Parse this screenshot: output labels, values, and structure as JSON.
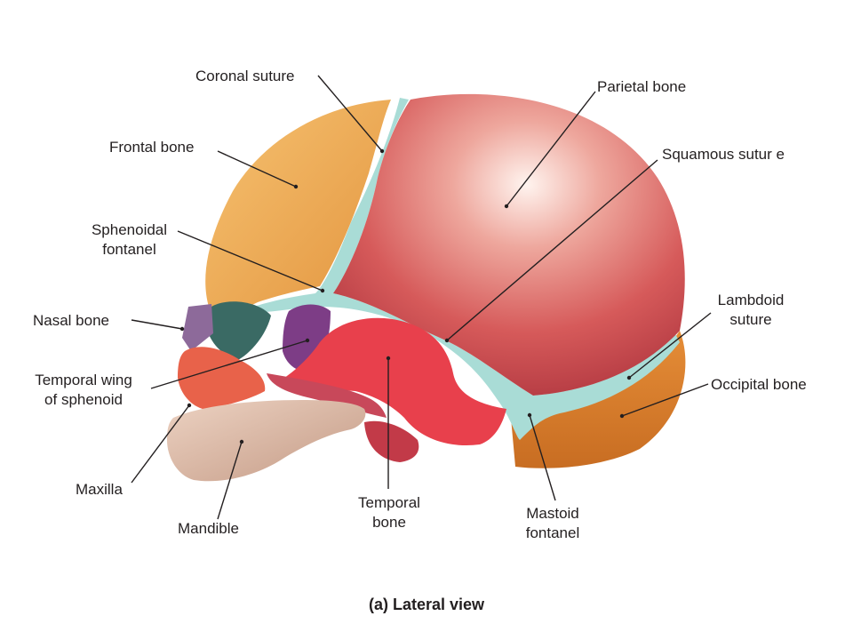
{
  "caption": "(a) Lateral view",
  "labels": {
    "coronal_suture": "Coronal suture",
    "parietal_bone": "Parietal bone",
    "frontal_bone": "Frontal bone",
    "squamous_suture": "Squamous sutur e",
    "sphenoidal_fontanel": "Sphenoidal\nfontanel",
    "nasal_bone": "Nasal bone",
    "lambdoid_suture": "Lambdoid\nsuture",
    "temporal_wing": "Temporal wing\nof sphenoid",
    "occipital_bone": "Occipital bone",
    "maxilla": "Maxilla",
    "mandible": "Mandible",
    "temporal_bone": "Temporal\nbone",
    "mastoid_fontanel": "Mastoid\nfontanel"
  },
  "colors": {
    "parietal": "#d9575a",
    "frontal": "#eeaa55",
    "suture": "#a9dcd6",
    "temporal": "#e8404c",
    "sphenoid": "#7d3d86",
    "occipital": "#d9802e",
    "mandible": "#d8b8a8",
    "maxilla": "#e8624a",
    "leader": "#231f20"
  }
}
